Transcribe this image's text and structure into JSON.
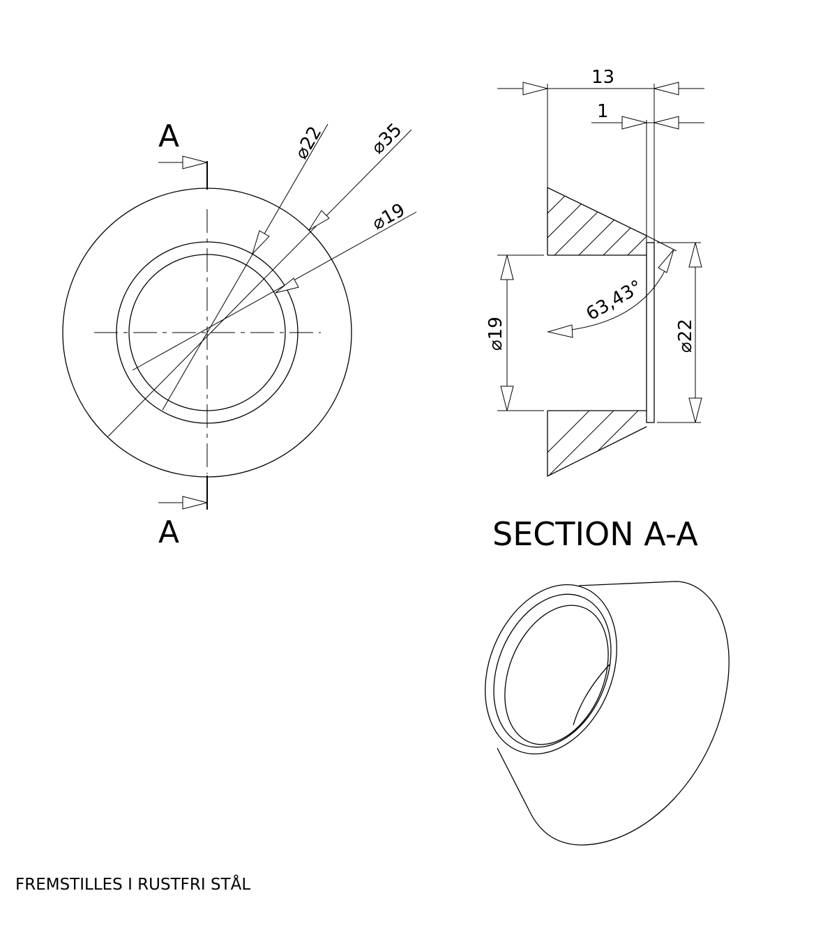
{
  "section_marker": {
    "top": "A",
    "bottom": "A"
  },
  "front_view": {
    "dim_outer": "⌀35",
    "dim_flange": "⌀22",
    "dim_bore": "⌀19"
  },
  "section_view": {
    "title": "SECTION A-A",
    "dim_length": "13",
    "dim_flange_thickness": "1",
    "dim_bore": "⌀19",
    "dim_flange": "⌀22",
    "dim_angle": "63,43°"
  },
  "note": "FREMSTILLES I RUSTFRI STÅL"
}
